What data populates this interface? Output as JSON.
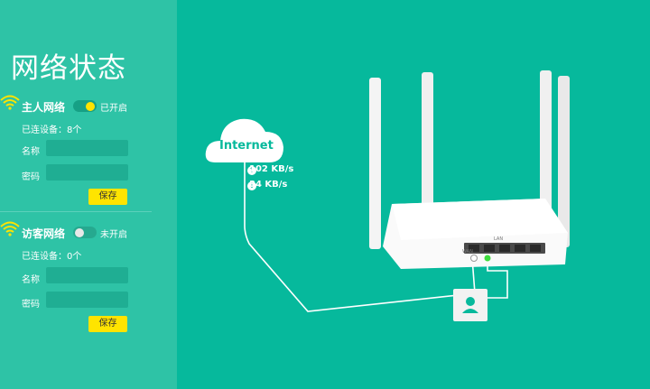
{
  "page_title": "网络状态",
  "main_network": {
    "title": "主人网络",
    "toggle_state": "on",
    "toggle_label": "已开启",
    "devices": "已连设备：8个",
    "name_label": "名称",
    "name_value": "",
    "password_label": "密码",
    "password_value": "",
    "save_label": "保存"
  },
  "guest_network": {
    "title": "访客网络",
    "toggle_state": "off",
    "toggle_label": "未开启",
    "devices": "已连设备：0个",
    "name_label": "名称",
    "name_value": "",
    "password_label": "密码",
    "password_value": "",
    "save_label": "保存"
  },
  "diagram": {
    "internet_label": "Internet",
    "upload_speed": "102 KB/s",
    "download_speed": "34 KB/s",
    "wan_label": "WAN",
    "lan_label": "LAN"
  },
  "colors": {
    "main_bg": "#06b99c",
    "sidebar_bg": "#2ec3a6",
    "accent": "#ffe400"
  }
}
